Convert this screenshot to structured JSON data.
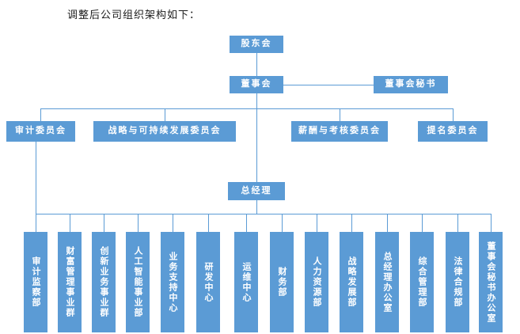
{
  "title": "调整后公司组织架构如下：",
  "colors": {
    "node_fill": "#5B9BD5",
    "node_text": "#FFFFFF",
    "connector": "#5B9BD5",
    "title_text": "#1A1A1A",
    "background": "#FFFFFF"
  },
  "chart": {
    "type": "org-chart",
    "shareholders": {
      "label": "股东会"
    },
    "board": {
      "label": "董事会"
    },
    "board_secretary": {
      "label": "董事会秘书"
    },
    "committees": [
      {
        "label": "审计委员会"
      },
      {
        "label": "战略与可持续发展委员会"
      },
      {
        "label": "薪酬与考核委员会"
      },
      {
        "label": "提名委员会"
      }
    ],
    "general_manager": {
      "label": "总经理"
    },
    "departments": [
      {
        "label": "审计监察部"
      },
      {
        "label": "财富管理事业群"
      },
      {
        "label": "创新业务事业群"
      },
      {
        "label": "人工智能事业部"
      },
      {
        "label": "业务支持中心"
      },
      {
        "label": "研发中心"
      },
      {
        "label": "运维中心"
      },
      {
        "label": "财务部"
      },
      {
        "label": "人力资源部"
      },
      {
        "label": "战略发展部"
      },
      {
        "label": "总经理办公室"
      },
      {
        "label": "综合管理部"
      },
      {
        "label": "法律合规部"
      },
      {
        "label": "董事会秘书办公室"
      }
    ]
  }
}
